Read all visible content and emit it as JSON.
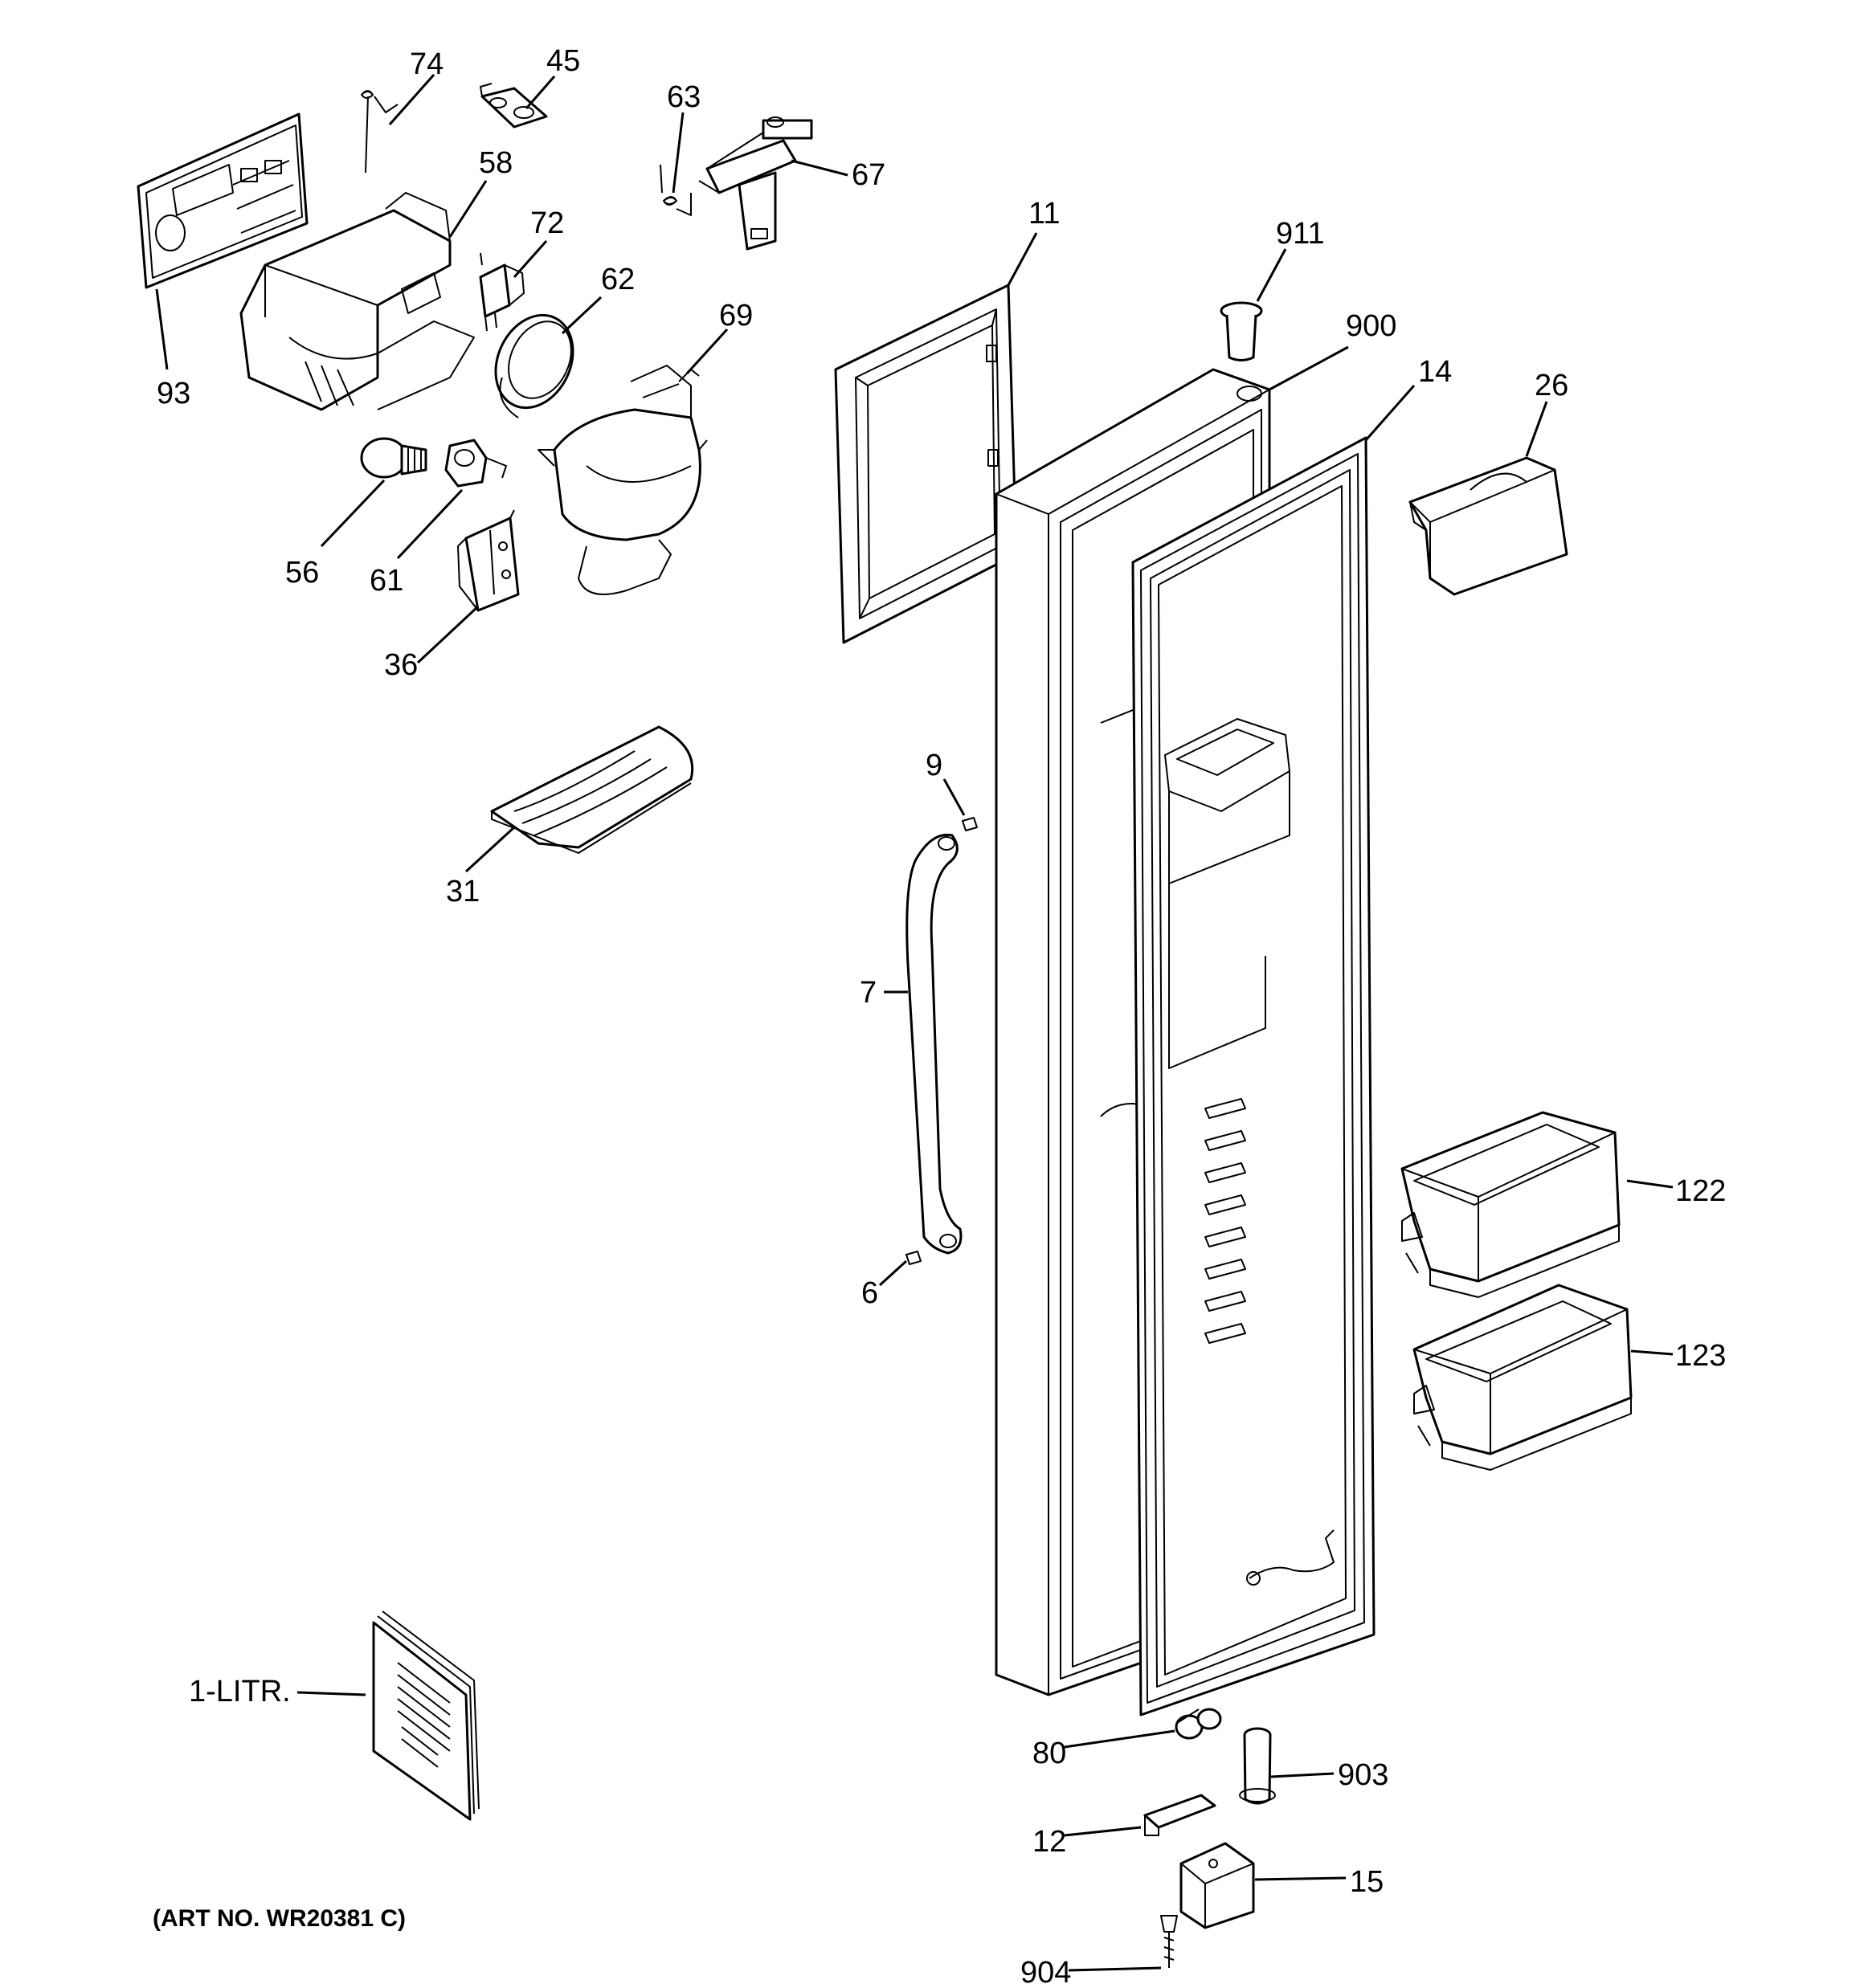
{
  "labels": {
    "l74": "74",
    "l45": "45",
    "l63": "63",
    "l67": "67",
    "l58": "58",
    "l72": "72",
    "l62": "62",
    "l69": "69",
    "l11": "11",
    "l911": "911",
    "l900": "900",
    "l14": "14",
    "l26": "26",
    "l93": "93",
    "l56": "56",
    "l61": "61",
    "l36": "36",
    "l31": "31",
    "l9": "9",
    "l7": "7",
    "l6": "6",
    "l122": "122",
    "l123": "123",
    "l1litr": "1-LITR.",
    "l80": "80",
    "l903": "903",
    "l12": "12",
    "l15": "15",
    "l904": "904"
  },
  "art_number": "(ART NO. WR20381 C)"
}
